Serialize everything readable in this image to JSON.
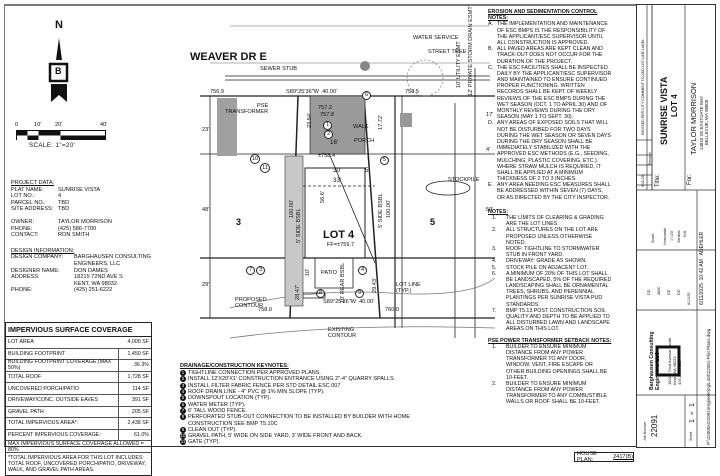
{
  "north_arrow": {
    "letter": "N",
    "logo_letter": "B"
  },
  "scale": {
    "ticks": [
      "0",
      "10'",
      "20'",
      "40'"
    ],
    "label": "SCALE: 1\"=20'"
  },
  "project_data": {
    "heading": "PROJECT DATA:",
    "rows": [
      {
        "k": "PLAT NAME:",
        "v": "SUNRISE VISTA"
      },
      {
        "k": "LOT NO.:",
        "v": "4"
      },
      {
        "k": "PARCEL NO.:",
        "v": "TBD"
      },
      {
        "k": "SITE ADDRESS:",
        "v": "TBD"
      }
    ],
    "owner_rows": [
      {
        "k": "OWNER:",
        "v": "TAYLOR MORRISON"
      },
      {
        "k": "PHONE:",
        "v": "(425) 586-7700"
      },
      {
        "k": "CONTACT:",
        "v": "RON SMITH"
      }
    ]
  },
  "design_info": {
    "heading": "DESIGN INFORMATION:",
    "rows": [
      {
        "k": "DESIGN COMPANY:",
        "v": "BARGHAUSEN CONSULTING"
      },
      {
        "k": "",
        "v": "ENGINEERS, LLC"
      },
      {
        "k": "DESIGNER NAME:",
        "v": "DON DAMES"
      },
      {
        "k": "ADDRESS:",
        "v": "18215 72ND AVE S"
      },
      {
        "k": "",
        "v": "KENT, WA 98032"
      },
      {
        "k": "PHONE:",
        "v": "(425) 251-6222"
      }
    ]
  },
  "impervious": {
    "title": "IMPERVIOUS SURFACE COVERAGE",
    "rows": [
      {
        "label": "LOT AREA",
        "value": "4,000 SF"
      },
      {
        "label": "BUILDING FOOTPRINT",
        "value": "1,450 SF"
      },
      {
        "label": "BUILDING FOOTPRINT COVERAGE (MAX 50%)",
        "value": "36.3%"
      },
      {
        "label": "TOTAL ROOF",
        "value": "1,728 SF"
      },
      {
        "label": "UNCOVERED PORCH/PATIO",
        "value": "114 SF"
      },
      {
        "label": "DRIVEWAY/CONC. OUTSIDE EAVES",
        "value": "391 SF"
      },
      {
        "label": "GRAVEL PATH",
        "value": "205 SF"
      },
      {
        "label": "TOTAL IMPERVIOUS AREA*:",
        "value": "2,438 SF"
      },
      {
        "label": "PERCENT IMPERVIOUS COVERAGE:",
        "value": "61.0%"
      }
    ],
    "max_allowed": "MAX IMPERVIOUS SURFACE COVERAGE ALLOWED = 80%",
    "footnote": "*TOTAL IMPERVIOUS AREA FOR THIS LOT INCLUDES: TOTAL ROOF, UNCOVERED PORCH/PATIO, DRIVEWAY, WALK, AND GRAVEL PATH AREAS."
  },
  "plan": {
    "street": "WEAVER DR E",
    "labels": {
      "water_service": "WATER SERVICE",
      "street_tree": "STREET TREE",
      "sewer_stub": "SEWER STUB",
      "utility_esmt": "10' UTILITY ESMT",
      "storm_esmt": "12' PRIVATE STORM DRAIN ESMT",
      "pse_transformer": "PSE\nTRANSFORMER",
      "stockpile": "STOCKPILE",
      "lot": "LOT 4",
      "ff": "FF=±759.7",
      "lot_left": "3",
      "lot_right": "5",
      "patio": "PATIO",
      "porch": "PORCH",
      "walk": "WALK",
      "lot_line": "LOT LINE\n(TYP.)",
      "proposed_contour": "PROPOSED\nCONTOUR",
      "existing_contour": "EXISTING\nCONTOUR",
      "top_bearing": "S89°25'36\"W  40.00'",
      "bottom_bearing": "S89°25'36\"W  40.00'",
      "elev_tl": "756.9",
      "elev_tr": "758.5",
      "elev_bl": "758.0",
      "elev_br": "760.0",
      "elev_drive_1": "757.2",
      "elev_drive_2": "757.8",
      "elev_porch": "±758.4",
      "dim_16": "16'",
      "dim_30": "30'",
      "dim_33": "33'",
      "dim_5": "5'",
      "dim_23": "23'",
      "dim_17": "17'",
      "dim_4": "4'",
      "dim_48": "48'",
      "dim_50": "50'",
      "dim_29": "29'",
      "dim_100_l": "100.00'",
      "dim_100_r": "100.00'",
      "dim_side_l": "5' SIDE BSBL",
      "dim_side_r": "5' SIDE BSBL",
      "dim_rear": "10' REAR BSBL",
      "diag_1": "23.54'",
      "diag_2": "17.72'",
      "diag_3": "56.6'",
      "diag_4": "28.47'",
      "diag_5": "29.43'",
      "dim_10": "10'"
    },
    "callouts": [
      "1",
      "2",
      "3",
      "4",
      "5",
      "6",
      "7",
      "8",
      "9",
      "10",
      "11"
    ]
  },
  "keynotes": {
    "heading": "DRAINAGE/CONSTRUCTION KEYNOTES:",
    "items": [
      {
        "n": "1",
        "text": "TIGHTLINE CONNECTION PER APPROVED PLANS."
      },
      {
        "n": "2",
        "text": "INSTALL 12'X20'X1' CONSTRUCTION ENTRANCE USING 2\"-4\" QUARRY SPALLS."
      },
      {
        "n": "3",
        "text": "INSTALL FILTER FABRIC FENCE PER STD DETAIL ESC 007"
      },
      {
        "n": "4",
        "text": "ROOF DRAIN LINE - 4\" PVC @ 1% MIN SLOPE (TYP)."
      },
      {
        "n": "5",
        "text": "DOWNSPOUT LOCATION (TYP)."
      },
      {
        "n": "6",
        "text": "WATER METER (TYP)."
      },
      {
        "n": "7",
        "text": "6' TALL WOOD FENCE."
      },
      {
        "n": "8",
        "text": "PERFORATED STUB-OUT CONNECTION TO BE INSTALLED BY BUILDER WITH HOME\nCONSTRUCTION SEE BMP T5.10C"
      },
      {
        "n": "9",
        "text": "CLEAN OUT (TYP)."
      },
      {
        "n": "10",
        "text": "GRAVEL PATH, 5' WIDE ON SIDE YARD, 3' WIDE FRONT AND BACK."
      },
      {
        "n": "11",
        "text": "GATE (TYP)."
      }
    ]
  },
  "erosion_notes": {
    "heading": "EROSION AND SEDIMENTATION CONTROL NOTES:",
    "items": [
      {
        "n": "A.",
        "text": "THE IMPLEMENTATION AND MAINTENANCE OF ESC BMPS IS THE RESPONSIBILITY OF THE APPLICANT/ESC SUPERVISOR UNTIL ALL CONSTRUCTION IS APPROVED."
      },
      {
        "n": "B.",
        "text": "ALL PAVED AREAS ARE KEPT CLEAN AND TRACK-OUT DOES NOT OCCUR FOR THE DURATION OF THE PROJECT."
      },
      {
        "n": "C.",
        "text": "THE ESC FACILITIES SHALL BE INSPECTED DAILY BY THE APPLICANT/ESC SUPERVISOR AND MAINTAINED TO ENSURE CONTINUED PROPER FUNCTIONING. WRITTEN RECORDS SHALL BE KEPT OF WEEKLY REVIEWS OF THE ESC BMPS DURING THE WET SEASON (OCT. 1 TO APRIL 30) AND OF MONTHLY REVIEWS DURING THE DRY SEASON (MAY 1 TO SEPT. 30)."
      },
      {
        "n": "D.",
        "text": "ANY AREAS OF EXPOSED SOILS THAT WILL NOT BE DISTURBED FOR TWO DAYS DURING THE WET SEASON OR SEVEN DAYS DURING THE DRY SEASON SHALL BE IMMEDIATELY STABILIZED WITH THE APPROVED ESC METHODS (E.G., SEEDING, MULCHING, PLASTIC COVERING, ETC.). WHERE STRAW MULCH IS REQUIRED, IT SHALL BE APPLIED AT A MINIMUM THICKNESS OF 2 TO 3 INCHES."
      },
      {
        "n": "E.",
        "text": "ANY AREA NEEDING ESC MEASURES SHALL BE ADDRESSED WITHIN SEVEN (7) DAYS, OR AS DIRECTED BY THE CITY INSPECTOR."
      }
    ]
  },
  "notes": {
    "heading": "NOTES:",
    "items": [
      {
        "n": "1.",
        "text": "THE LIMITS OF CLEARING & GRADING ARE THE LOT LINES."
      },
      {
        "n": "2.",
        "text": "ALL STRUCTURES ON THE LOT ARE PROPOSED UNLESS OTHERWISE NOTED."
      },
      {
        "n": "3.",
        "text": "ROOF: TIGHTLINE TO STORMWATER STUB IN FRONT YARD."
      },
      {
        "n": "4.",
        "text": "DRIVEWAY: GRADE AS SHOWN."
      },
      {
        "n": "5.",
        "text": "STOCK PILE ON ADJACENT LOT."
      },
      {
        "n": "6.",
        "text": "A MINIMUM OF 20% OF THIS LOT SHALL BE LANDSCAPED, 5% OF THE REQUIRED LANDSCAPING SHALL BE ORNAMENTAL TREES, SHRUBS, AND PERENNIAL PLANTINGS PER SUNRISE VISTA PUD STANDARDS."
      },
      {
        "n": "7.",
        "text": "BMP T5.13 POST CONSTRUCTION SOIL QUALITY AND DEPTH TO BE APPLIED TO ALL DISTURBED LAWN AND LANDSCAPE AREAS ON THIS LOT."
      }
    ]
  },
  "pse_notes": {
    "heading": "PSE POWER TRANSFORMER SETBACK NOTES:",
    "items": [
      {
        "n": "1.",
        "text": "BUILDER TO ENSURE MINIMUM DISTANCE FROM ANY POWER TRANSFORMER TO ANY DOOR, WINDOW, VENT, FIRE ESCAPE OR OTHER BUILDING OPENINGS SHALL BE 10-FEET."
      },
      {
        "n": "2.",
        "text": "BUILDER TO ENSURE MINIMUM DISTANCE FROM ANY POWER TRANSFORMER TO ANY COMBUSTIBLE WALLS OR ROOF SHALL BE 10-FEET."
      }
    ]
  },
  "house_plan": {
    "label": "HOUSE PLAN:",
    "value": "2417(B)"
  },
  "title_block": {
    "revision": {
      "no": "1",
      "date": "6/11/25",
      "text": "REVISED PER CITY COMMENT TO ADD LOT LINE LABEL",
      "by": "DD",
      "ckd": "DD",
      "appr": "DD"
    },
    "revision_headers": [
      "No.",
      "Date",
      "Revision",
      "By",
      "Ckd.",
      "Appr."
    ],
    "title_label": "Title:",
    "project_title": "SUNRISE VISTA",
    "project_sub": "LOT 4",
    "for_label": "For:",
    "client": "TAYLOR MORRISON",
    "client_addr1": "13810 SE EASTGATE WAY",
    "client_addr2": "BELLEVUE, WA 98005",
    "scale": {
      "label": "Scale",
      "h_label": "Horizontal",
      "h": "1\"=20'",
      "v_label": "Vertical",
      "v": "N/A"
    },
    "people": {
      "designed": "DD",
      "drawn": "AMC",
      "checked": "DD",
      "approved": "DD",
      "date": "6/11/25"
    },
    "firm_name": "Barghausen Consulting Engineers, LLC",
    "firm_addr": "18215 72nd Avenue South\nKent, WA 98032\n425.251.6222",
    "firm_web": "barghausen.com",
    "job_label": "Job Number",
    "job_number": "22091",
    "sheet_label": "Sheet",
    "sheet": "1",
    "sheet_of": "of",
    "sheet_total": "1",
    "plot_info": "6/11/2025  10:42 AM   ADEHLER",
    "file_path": "P:\\22000s\\22091\\engineering\\Lot4\\22091-Plot Plans.dwg"
  }
}
